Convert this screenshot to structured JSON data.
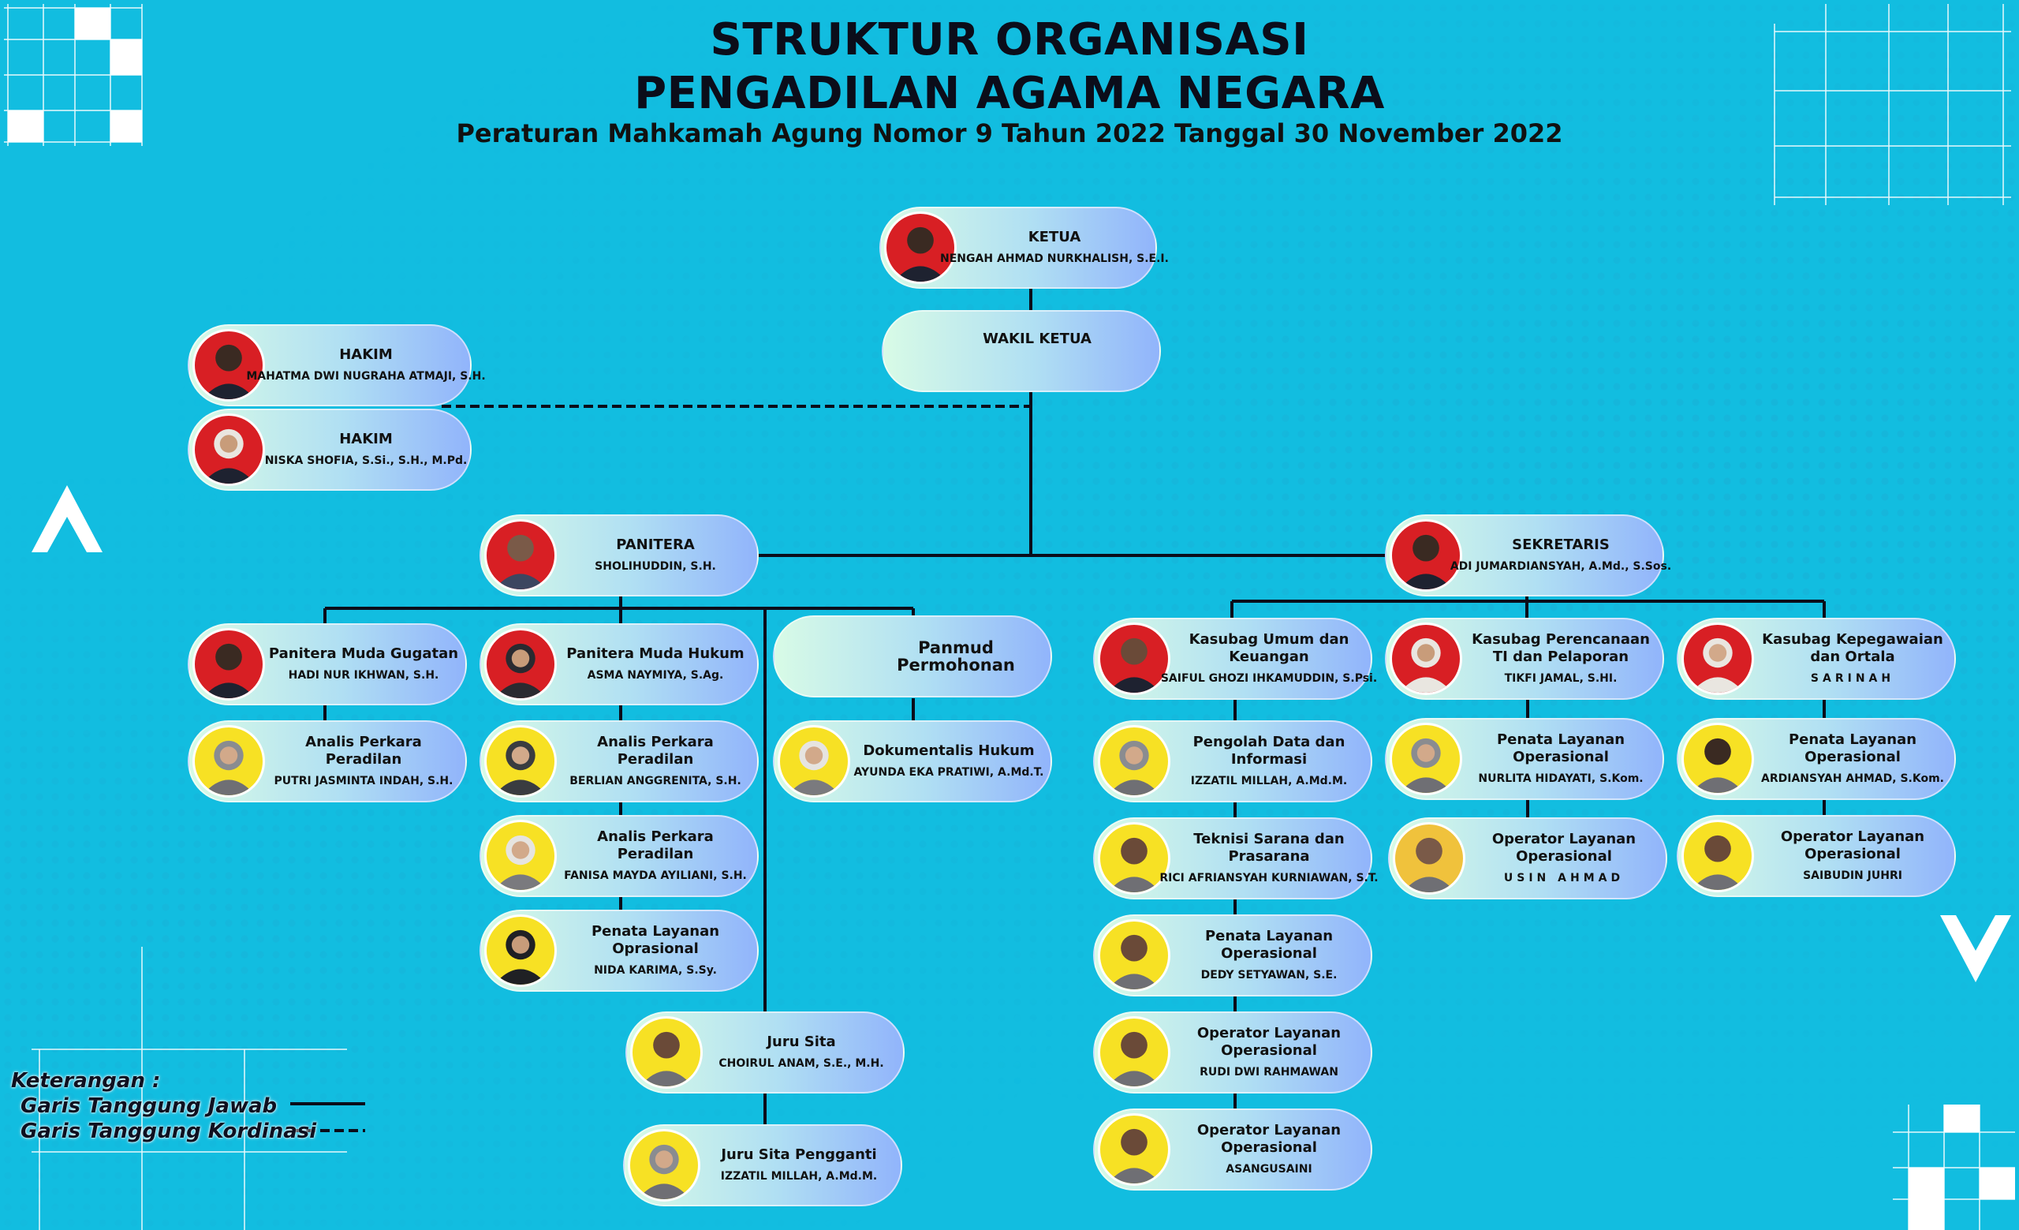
{
  "header": {
    "title_line1": "STRUKTUR ORGANISASI",
    "title_line2": "PENGADILAN AGAMA NEGARA",
    "subtitle": "Peraturan Mahkamah Agung Nomor 9 Tahun 2022 Tanggal 30 November 2022"
  },
  "nodes": {
    "ketua": {
      "role": "KETUA",
      "name": "NENGAH AHMAD NURKHALISH, S.E.I."
    },
    "wakil_ketua": {
      "role": "WAKIL KETUA"
    },
    "hakim1": {
      "role": "HAKIM",
      "name": "MAHATMA DWI NUGRAHA ATMAJI, S.H."
    },
    "hakim2": {
      "role": "HAKIM",
      "name": "NISKA SHOFIA, S.Si., S.H., M.Pd."
    },
    "panitera": {
      "role": "PANITERA",
      "name": "SHOLIHUDDIN, S.H."
    },
    "sekretaris": {
      "role": "SEKRETARIS",
      "name": "ADI JUMARDIANSYAH, A.Md., S.Sos."
    },
    "panmud_gugatan": {
      "role": "Panitera Muda Gugatan",
      "name": "HADI NUR IKHWAN, S.H."
    },
    "panmud_hukum": {
      "role": "Panitera Muda Hukum",
      "name": "ASMA NAYMIYA, S.Ag."
    },
    "panmud_permohonan": {
      "role": "Panmud Permohonan"
    },
    "analis1": {
      "role": "Analis Perkara Peradilan",
      "name": "PUTRI JASMINTA INDAH, S.H."
    },
    "analis2": {
      "role": "Analis Perkara Peradilan",
      "name": "BERLIAN ANGGRENITA, S.H."
    },
    "analis3": {
      "role": "Analis Perkara Peradilan",
      "name": "FANISA MAYDA AYILIANI, S.H."
    },
    "penata_hukum": {
      "role": "Penata Layanan Oprasional",
      "name": "NIDA KARIMA, S.Sy."
    },
    "dokumentalis": {
      "role": "Dokumentalis Hukum",
      "name": "AYUNDA EKA PRATIWI, A.Md.T."
    },
    "juru_sita": {
      "role": "Juru Sita",
      "name": "CHOIRUL ANAM, S.E., M.H."
    },
    "juru_sita_pengganti": {
      "role": "Juru Sita Pengganti",
      "name": "IZZATIL MILLAH, A.Md.M."
    },
    "kasubag_umum": {
      "role": "Kasubag Umum dan Keuangan",
      "name": "SAIFUL GHOZI IHKAMUDDIN, S.Psi."
    },
    "pengolah_data": {
      "role": "Pengolah Data dan Informasi",
      "name": "IZZATIL MILLAH, A.Md.M."
    },
    "teknisi": {
      "role": "Teknisi Sarana dan Prasarana",
      "name": "RICI AFRIANSYAH KURNIAWAN, S.T."
    },
    "penata_umum": {
      "role": "Penata Layanan Operasional",
      "name": "DEDY SETYAWAN, S.E."
    },
    "operator_umum1": {
      "role": "Operator Layanan Operasional",
      "name": "RUDI DWI RAHMAWAN"
    },
    "operator_umum2": {
      "role": "Operator Layanan Operasional",
      "name": "ASANGUSAINI"
    },
    "kasubag_ptip": {
      "role": "Kasubag Perencanaan TI dan Pelaporan",
      "name": "TIKFI JAMAL, S.HI."
    },
    "penata_ptip": {
      "role": "Penata Layanan Operasional",
      "name": "NURLITA HIDAYATI, S.Kom."
    },
    "operator_ptip": {
      "role": "Operator Layanan Operasional",
      "name": "USIN AHMAD"
    },
    "kasubag_kepeg": {
      "role": "Kasubag Kepegawaian dan Ortala",
      "name": "SARINAH"
    },
    "penata_kepeg": {
      "role": "Penata Layanan Operasional",
      "name": "ARDIANSYAH AHMAD, S.Kom."
    },
    "operator_kepeg": {
      "role": "Operator Layanan Operasional",
      "name": "SAIBUDIN JUHRI"
    }
  },
  "legend": {
    "heading": "Keterangan :",
    "solid_label": "Garis Tanggung Jawab",
    "dashed_label": "Garis Tanggung Kordinasi"
  },
  "colors": {
    "background": "#12bde0",
    "photo_red": "#d81f24",
    "photo_yellow": "#f7e124",
    "line": "#0b0d1a"
  }
}
